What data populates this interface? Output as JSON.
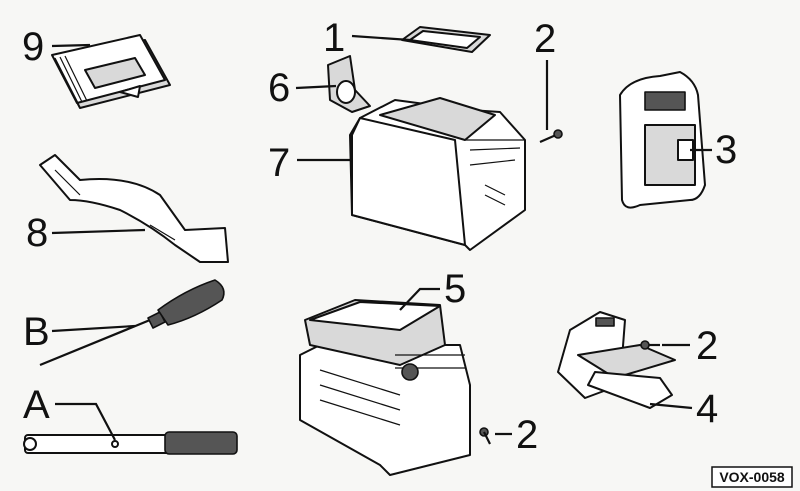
{
  "callouts": {
    "c1": "1",
    "c2a": "2",
    "c2b": "2",
    "c2c": "2",
    "c3": "3",
    "c4": "4",
    "c5": "5",
    "c6": "6",
    "c7": "7",
    "c8": "8",
    "c9": "9",
    "cA": "A",
    "cB": "B"
  },
  "figure_code": "VOX-0058"
}
